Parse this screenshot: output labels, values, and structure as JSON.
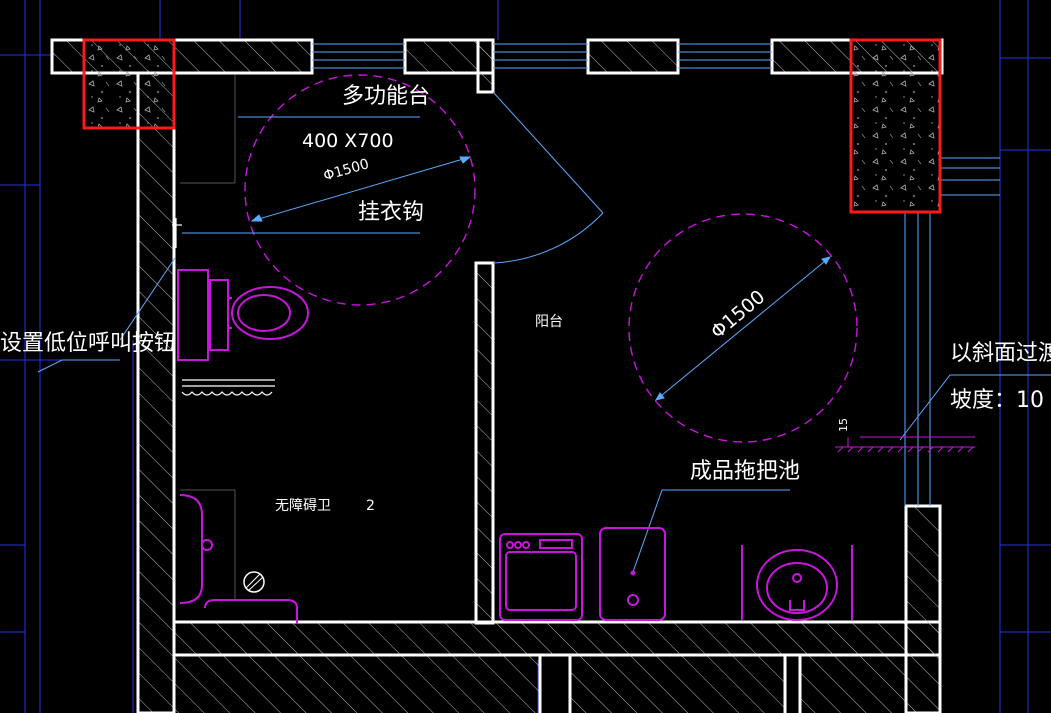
{
  "labels": {
    "multi_function_table": "多功能台",
    "table_size": "400  X700",
    "turning_diameter_left": "Φ1500",
    "coat_hook": "挂衣钩",
    "low_call_button": "设置低位呼叫按钮",
    "balcony": "阳台",
    "turning_diameter_right": "Φ1500",
    "slope_transition": "以斜面过渡",
    "slope_ratio": "坡度：10",
    "mop_sink": "成品拖把池",
    "accessible_wc": "无障碍卫",
    "room_number": "2",
    "step_height": "15"
  },
  "colors": {
    "background": "#000000",
    "wall": "#ffffff",
    "column_outline": "#ff1a1a",
    "fixture": "#c814dc",
    "axis_line": "#2233dd",
    "leader": "#5aaaff",
    "hatch": "#cccccc"
  }
}
